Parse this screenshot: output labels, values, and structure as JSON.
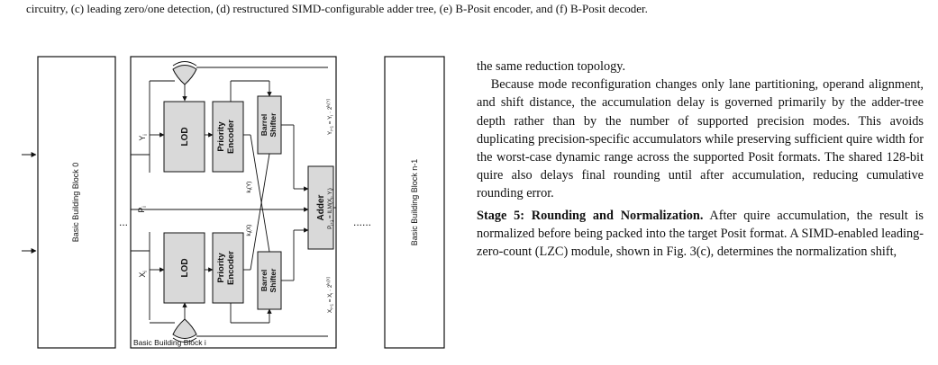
{
  "caption_tail": "circuitry, (c) leading zero/one detection, (d) restructured SIMD-configurable adder tree, (e) B-Posit encoder, and (f) B-Posit decoder.",
  "figure": {
    "left_block_label": "Basic Building Block 0",
    "right_block_label": "Basic Building Block n-1",
    "center_block_label": "Basic Building Block i",
    "input_y": "Y",
    "input_x": "X",
    "ellipsis_left": "...",
    "ellipsis_right": "......",
    "yi": "Y",
    "yi_sub": "i",
    "xi": "X",
    "xi_sub": "i",
    "pi": "P",
    "pi_sub": "i",
    "lod": "LOD",
    "priority_encoder_line1": "Priority",
    "priority_encoder_line2": "Encoder",
    "barrel_shifter_line1": "Barrel",
    "barrel_shifter_line2": "Shifter",
    "adder": "Adder",
    "k_y": "k",
    "k_y_sub": "i",
    "k_y_arg": "(Y)",
    "k_x": "k",
    "k_x_sub": "i",
    "k_x_arg": "(X)",
    "eq_y": "Y",
    "eq_y_sub": "i+1",
    "eq_y_mid": " = Y",
    "eq_y_sub2": "i",
    "eq_y_end": " · 2",
    "eq_y_exp": "k",
    "eq_y_exp_sub": "i",
    "eq_y_exp_arg": "(Y)",
    "eq_p": "P",
    "eq_p_sub": "i+1",
    "eq_p_mid": " = ILM(X",
    "eq_p_sub2": "i",
    "eq_p_mid2": ", Y",
    "eq_p_sub3": "i",
    "eq_p_end": ")",
    "eq_x": "X",
    "eq_x_sub": "i+1",
    "eq_x_mid": " = X",
    "eq_x_sub2": "i",
    "eq_x_end": " · 2",
    "eq_x_exp": "k",
    "eq_x_exp_sub": "i",
    "eq_x_exp_arg": "(X)"
  },
  "column": {
    "p1": "the same reduction topology.",
    "p2": "Because mode reconfiguration changes only lane partitioning, operand alignment, and shift distance, the accumulation delay is governed primarily by the adder-tree depth rather than by the number of supported precision modes. This avoids duplicating precision-specific accumulators while preserving sufficient quire width for the worst-case dynamic range across the supported Posit formats. The shared 128-bit quire also delays final rounding until after accumulation, reducing cumulative rounding error.",
    "stage_heading": "Stage 5: Rounding and Normalization.",
    "stage_body": " After quire accumulation, the result is normalized before being packed into the target Posit format. A SIMD-enabled leading-zero-count (LZC) module, shown in Fig. 3(c), determines the normalization shift,"
  }
}
